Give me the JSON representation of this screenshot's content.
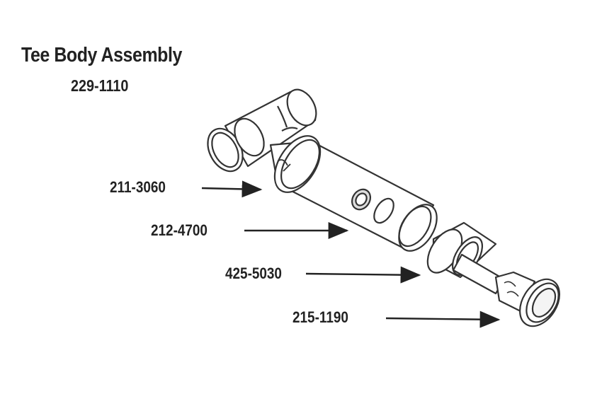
{
  "title": "Tee Body Assembly",
  "assembly_part_number": "229-1110",
  "callouts": [
    {
      "label": "211-3060"
    },
    {
      "label": "212-4700"
    },
    {
      "label": "425-5030"
    },
    {
      "label": "215-1190"
    }
  ],
  "colors": {
    "line": "#333333",
    "background": "#ffffff"
  }
}
